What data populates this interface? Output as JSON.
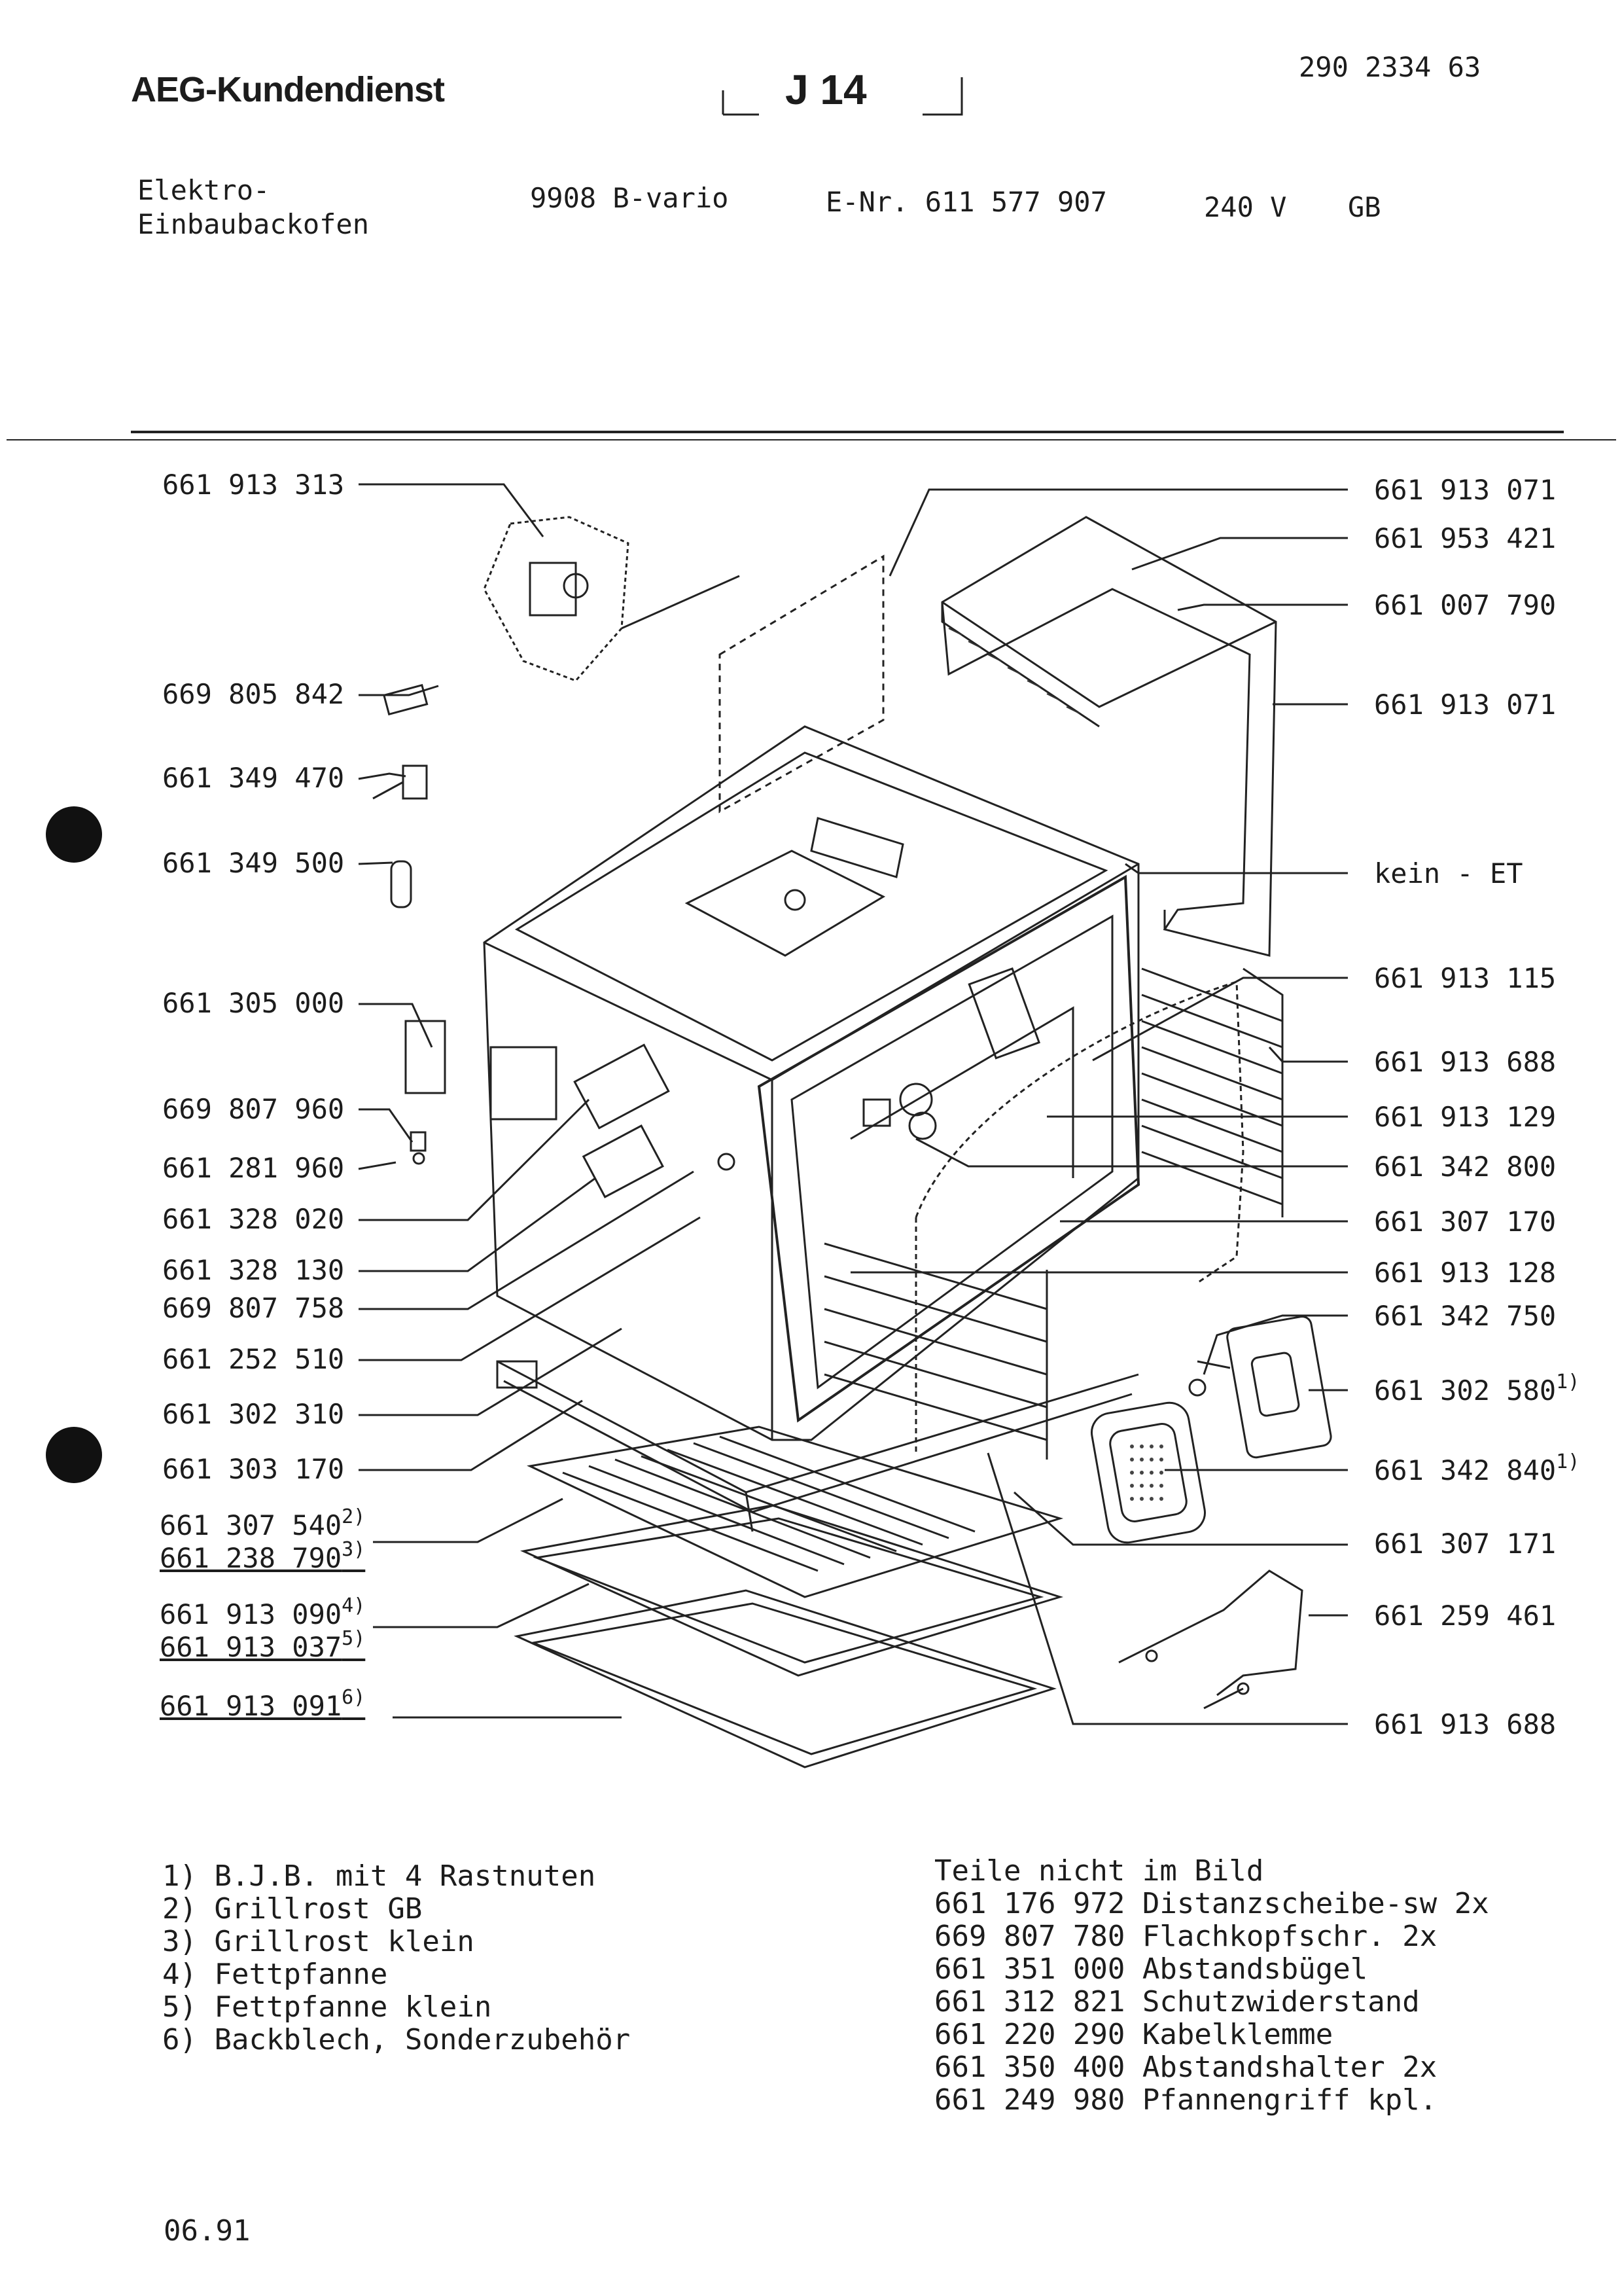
{
  "header": {
    "brand": "AEG-Kundendienst",
    "section": "J 14",
    "doc_number": "290 2334 63"
  },
  "product": {
    "type_line1": "Elektro-",
    "type_line2": "Einbaubackofen",
    "model": "9908 B-vario",
    "enr": "E-Nr. 611 577 907",
    "voltage": "240 V",
    "country": "GB"
  },
  "left_labels": [
    {
      "text": "661 913 313"
    },
    {
      "text": "669 805 842"
    },
    {
      "text": "661 349 470"
    },
    {
      "text": "661 349 500"
    },
    {
      "text": "661 305 000"
    },
    {
      "text": "669 807 960"
    },
    {
      "text": "661 281 960"
    },
    {
      "text": "661 328 020"
    },
    {
      "text": "661 328 130"
    },
    {
      "text": "669 807 758"
    },
    {
      "text": "661 252 510"
    },
    {
      "text": "661 302 310"
    },
    {
      "text": "661 303 170"
    },
    {
      "text": "661 307 540",
      "sup": "2)"
    },
    {
      "text": "661 238 790",
      "sup": "3)"
    },
    {
      "text": "661 913 090",
      "sup": "4)"
    },
    {
      "text": "661 913 037",
      "sup": "5)"
    },
    {
      "text": "661 913 091",
      "sup": "6)"
    }
  ],
  "right_labels": [
    {
      "text": "661 913 071"
    },
    {
      "text": "661 953 421"
    },
    {
      "text": "661 007 790"
    },
    {
      "text": "661 913 071"
    },
    {
      "text": "kein - ET"
    },
    {
      "text": "661 913 115"
    },
    {
      "text": "661 913 688"
    },
    {
      "text": "661 913 129"
    },
    {
      "text": "661 342 800"
    },
    {
      "text": "661 307 170"
    },
    {
      "text": "661 913 128"
    },
    {
      "text": "661 342 750"
    },
    {
      "text": "661 302 580",
      "sup": "1)"
    },
    {
      "text": "661 342 840",
      "sup": "1)"
    },
    {
      "text": "661 307 171"
    },
    {
      "text": "661 259 461"
    },
    {
      "text": "661 913 688"
    }
  ],
  "footnotes": [
    "1) B.J.B. mit 4 Rastnuten",
    "2) Grillrost GB",
    "3) Grillrost klein",
    "4) Fettpfanne",
    "5) Fettpfanne klein",
    "6) Backblech, Sonderzubehör"
  ],
  "not_pictured": {
    "title": "Teile nicht im Bild",
    "items": [
      "661 176 972 Distanzscheibe-sw 2x",
      "669 807 780 Flachkopfschr. 2x",
      "661 351 000 Abstandsbügel",
      "661 312 821 Schutzwiderstand",
      "661 220 290 Kabelklemme",
      "661 350 400 Abstandshalter 2x",
      "661 249 980 Pfannengriff kpl."
    ]
  },
  "footer": {
    "date": "06.91"
  }
}
